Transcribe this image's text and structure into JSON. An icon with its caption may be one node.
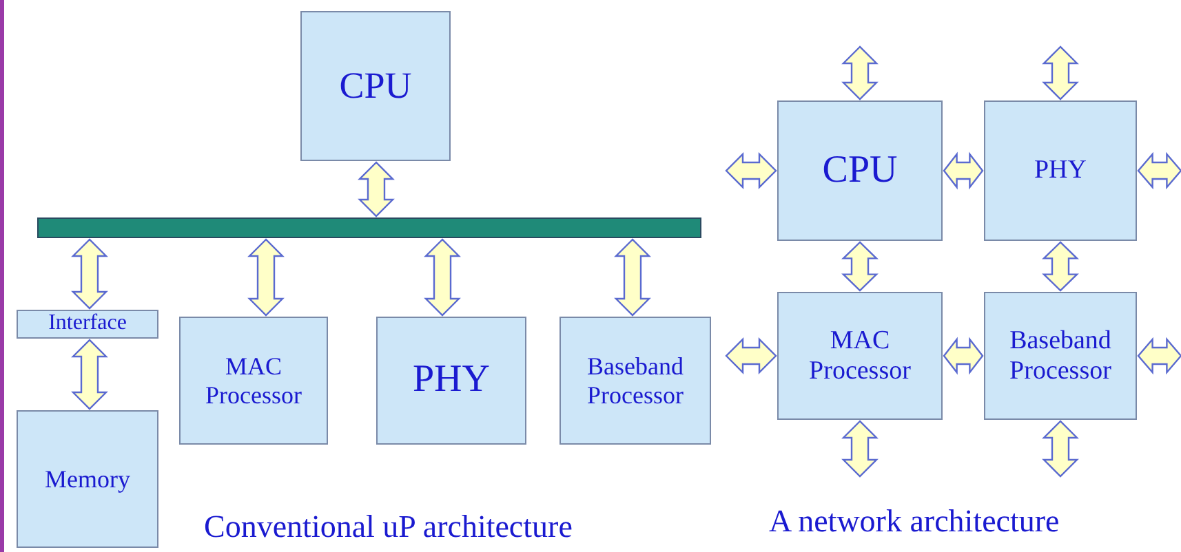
{
  "diagram": {
    "nodes": [
      {
        "text": [
          "CPU"
        ]
      },
      {
        "text": [],
        "shape": "bar"
      },
      {
        "text": [
          "Interface"
        ]
      },
      {
        "text": [
          "Memory"
        ]
      },
      {
        "text": [
          "MAC Processor"
        ]
      },
      {
        "text": [
          "PHY"
        ]
      },
      {
        "text": [
          "Baseband Processor"
        ]
      },
      {
        "text": [
          "CPU"
        ]
      },
      {
        "text": [
          "PHY"
        ]
      },
      {
        "text": [
          "MAC Processor"
        ]
      },
      {
        "text": [
          "Baseband Processor"
        ]
      }
    ],
    "edges": [
      {
        "from": 0,
        "to": 1,
        "arrow": "both"
      },
      {
        "from": 1,
        "to": 2,
        "arrow": "both"
      },
      {
        "from": 1,
        "to": 4,
        "arrow": "both"
      },
      {
        "from": 1,
        "to": 5,
        "arrow": "both"
      },
      {
        "from": 1,
        "to": 6,
        "arrow": "both"
      },
      {
        "from": 2,
        "to": 3,
        "arrow": "both"
      },
      {
        "from": null,
        "to": 7,
        "arrow": "both"
      },
      {
        "from": null,
        "to": 8,
        "arrow": "both"
      },
      {
        "from": null,
        "to": 7,
        "arrow": "both"
      },
      {
        "from": 7,
        "to": 8,
        "arrow": "both"
      },
      {
        "from": 8,
        "to": null,
        "arrow": "both"
      },
      {
        "from": 7,
        "to": 9,
        "arrow": "both"
      },
      {
        "from": 8,
        "to": 10,
        "arrow": "both"
      },
      {
        "from": null,
        "to": 9,
        "arrow": "both"
      },
      {
        "from": 9,
        "to": 10,
        "arrow": "both"
      },
      {
        "from": 10,
        "to": null,
        "arrow": "both"
      },
      {
        "from": 9,
        "to": null,
        "arrow": "both"
      },
      {
        "from": 10,
        "to": null,
        "arrow": "both"
      }
    ],
    "labels": [
      "Conventional uP architecture",
      "A network architecture"
    ]
  }
}
